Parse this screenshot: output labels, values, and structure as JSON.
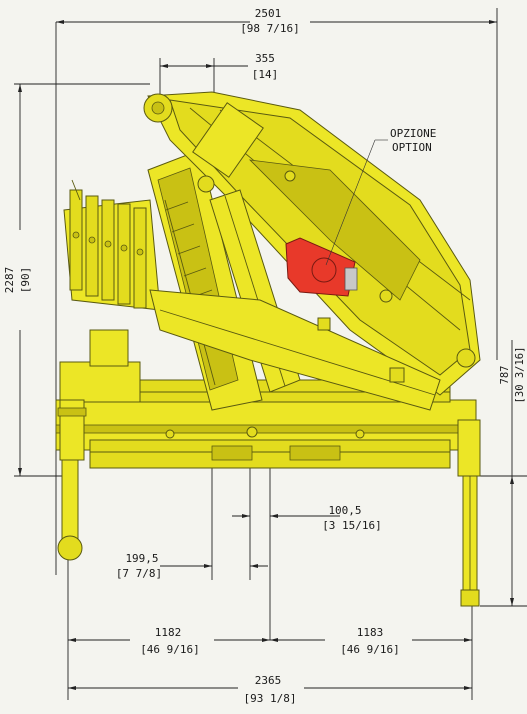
{
  "dimensions": {
    "overall_width": {
      "metric": "2501",
      "imperial": "[98 7/16]"
    },
    "column_offset": {
      "metric": "355",
      "imperial": "[14]"
    },
    "overall_height": {
      "metric": "2287",
      "imperial": "[90]"
    },
    "option_label": {
      "it": "OPZIONE",
      "en": "OPTION"
    },
    "right_height": {
      "metric": "787",
      "imperial": "[30 3/16]"
    },
    "center_offset": {
      "metric": "100,5",
      "imperial": "[3 15/16]"
    },
    "left_offset": {
      "metric": "199,5",
      "imperial": "[7 7/8]"
    },
    "left_half": {
      "metric": "1182",
      "imperial": "[46 9/16]"
    },
    "right_half": {
      "metric": "1183",
      "imperial": "[46 9/16]"
    },
    "stabilizer_span": {
      "metric": "2365",
      "imperial": "[93 1/8]"
    }
  },
  "colors": {
    "crane_body": "#ece626",
    "option_part": "#e8392a",
    "line": "#222222"
  }
}
